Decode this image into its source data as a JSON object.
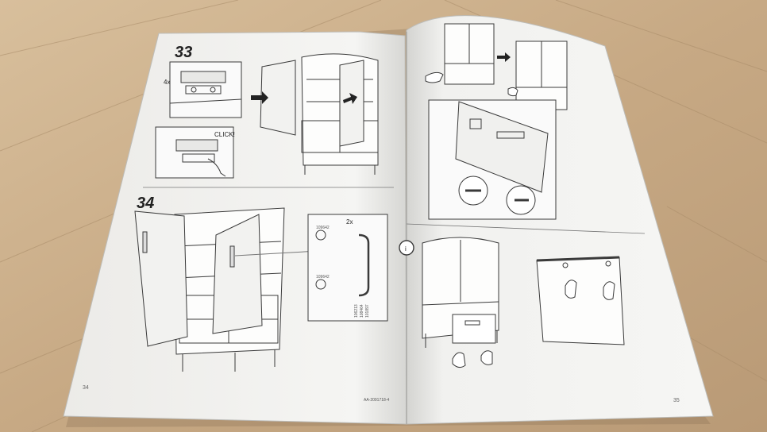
{
  "manual": {
    "left_page": {
      "step_a": {
        "number": "33",
        "qty": "4x",
        "callout": "CLICK!"
      },
      "step_b": {
        "number": "34",
        "qty": "2x",
        "part_a": "109642",
        "part_b": "109642"
      },
      "vertical_text": [
        "106213",
        "108464",
        "101897"
      ],
      "page_number": "34",
      "doc_code": "AA-2091718-4"
    },
    "right_page": {
      "info_icon": "i",
      "page_number": "35"
    }
  },
  "colors": {
    "floor": "#c9ad8a",
    "paper": "#f3f3f1",
    "ink": "#3a3a3a",
    "panel": "#fafafa"
  }
}
